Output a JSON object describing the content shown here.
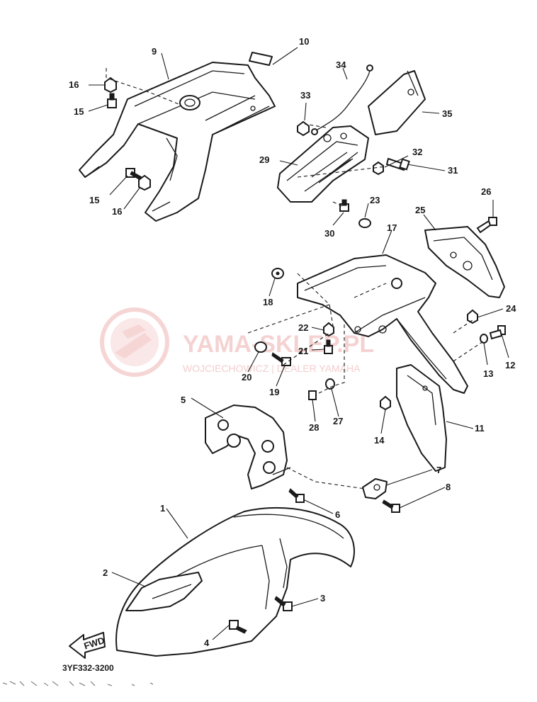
{
  "diagram": {
    "part_code": "3YF332-3200",
    "watermark": {
      "brand": "YAMA-SKLEP.PL",
      "dealer": "WOJCIECHOWICZ | DEALER YAMAHA"
    },
    "fwd_arrow": "FWD",
    "callouts": {
      "n1": "1",
      "n2": "2",
      "n3": "3",
      "n4": "4",
      "n5": "5",
      "n6": "6",
      "n7": "7",
      "n8": "8",
      "n9": "9",
      "n10": "10",
      "n11": "11",
      "n12": "12",
      "n13": "13",
      "n14": "14",
      "n15a": "15",
      "n15b": "15",
      "n16a": "16",
      "n16b": "16",
      "n17": "17",
      "n18": "18",
      "n19": "19",
      "n20": "20",
      "n21": "21",
      "n22": "22",
      "n23": "23",
      "n24": "24",
      "n25": "25",
      "n26": "26",
      "n27": "27",
      "n28": "28",
      "n29": "29",
      "n30": "30",
      "n31": "31",
      "n32": "32",
      "n33": "33",
      "n34": "34",
      "n35": "35"
    }
  }
}
